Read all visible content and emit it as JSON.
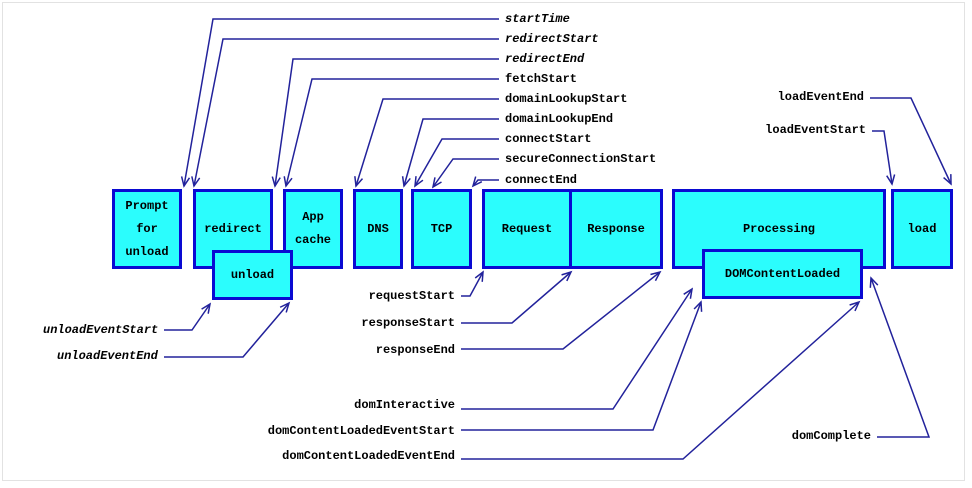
{
  "colors": {
    "box_fill": "#2bfdfd",
    "box_border": "#0a0ad2",
    "arrow": "#22229b",
    "text": "#000000",
    "frame": "#e2e2e2",
    "background": "#ffffff"
  },
  "boxes": [
    {
      "id": "prompt",
      "label": "Prompt\nfor\nunload"
    },
    {
      "id": "redirect",
      "label": "redirect"
    },
    {
      "id": "app-cache",
      "label": "App\ncache"
    },
    {
      "id": "dns",
      "label": "DNS"
    },
    {
      "id": "tcp",
      "label": "TCP"
    },
    {
      "id": "request",
      "label": "Request"
    },
    {
      "id": "response",
      "label": "Response"
    },
    {
      "id": "processing",
      "label": "Processing"
    },
    {
      "id": "load",
      "label": "load"
    },
    {
      "id": "unload",
      "label": "unload"
    },
    {
      "id": "domcontentloaded",
      "label": "DOMContentLoaded"
    }
  ],
  "labels": [
    {
      "id": "startTime",
      "text": "startTime",
      "italic": true
    },
    {
      "id": "redirectStart",
      "text": "redirectStart",
      "italic": true
    },
    {
      "id": "redirectEnd",
      "text": "redirectEnd",
      "italic": true
    },
    {
      "id": "fetchStart",
      "text": "fetchStart",
      "italic": false
    },
    {
      "id": "domainLookupStart",
      "text": "domainLookupStart",
      "italic": false
    },
    {
      "id": "domainLookupEnd",
      "text": "domainLookupEnd",
      "italic": false
    },
    {
      "id": "connectStart",
      "text": "connectStart",
      "italic": false
    },
    {
      "id": "secureConnectionStart",
      "text": "secureConnectionStart",
      "italic": false
    },
    {
      "id": "connectEnd",
      "text": "connectEnd",
      "italic": false
    },
    {
      "id": "loadEventEnd",
      "text": "loadEventEnd",
      "italic": false
    },
    {
      "id": "loadEventStart",
      "text": "loadEventStart",
      "italic": false
    },
    {
      "id": "unloadEventStart",
      "text": "unloadEventStart",
      "italic": true
    },
    {
      "id": "unloadEventEnd",
      "text": "unloadEventEnd",
      "italic": true
    },
    {
      "id": "requestStart",
      "text": "requestStart",
      "italic": false
    },
    {
      "id": "responseStart",
      "text": "responseStart",
      "italic": false
    },
    {
      "id": "responseEnd",
      "text": "responseEnd",
      "italic": false
    },
    {
      "id": "domInteractive",
      "text": "domInteractive",
      "italic": false
    },
    {
      "id": "domContentLoadedEventStart",
      "text": "domContentLoadedEventStart",
      "italic": false
    },
    {
      "id": "domContentLoadedEventEnd",
      "text": "domContentLoadedEventEnd",
      "italic": false
    },
    {
      "id": "domComplete",
      "text": "domComplete",
      "italic": false
    }
  ]
}
